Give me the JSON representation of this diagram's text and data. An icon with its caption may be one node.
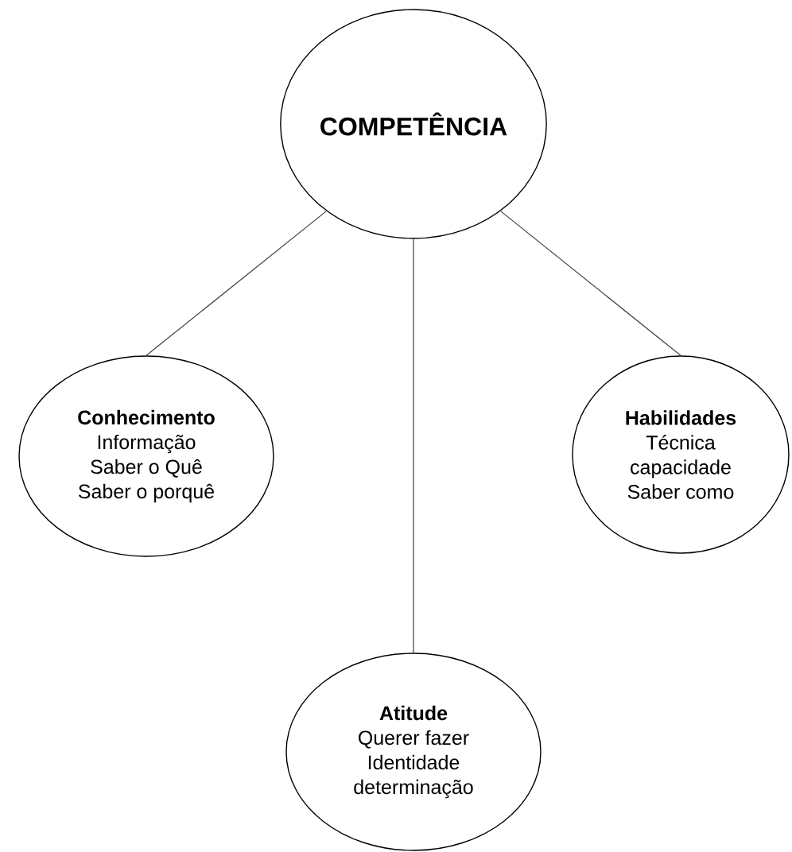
{
  "diagram": {
    "nodes": [
      {
        "text": [
          "COMPETÊNCIA"
        ]
      },
      {
        "text": [
          "Conhecimento",
          "Informação",
          "Saber o Quê",
          "Saber o porquê"
        ]
      },
      {
        "text": [
          "Habilidades",
          "Técnica",
          "capacidade",
          "Saber como"
        ]
      },
      {
        "text": [
          "Atitude",
          "Querer fazer",
          "Identidade",
          "determinação"
        ]
      }
    ],
    "edges": [
      {
        "from": 0,
        "to": 1,
        "arrow": "none"
      },
      {
        "from": 0,
        "to": 3,
        "arrow": "none"
      },
      {
        "from": 0,
        "to": 2,
        "arrow": "none"
      }
    ]
  }
}
